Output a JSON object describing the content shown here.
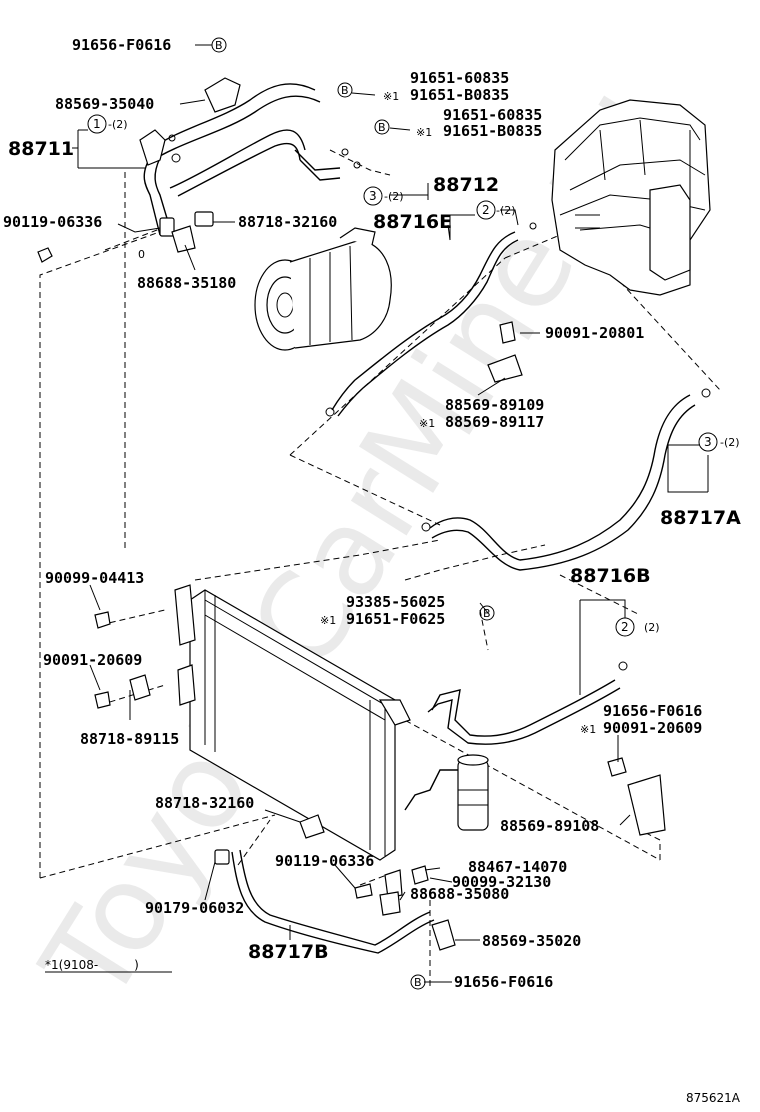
{
  "watermark": "ToyotaCarMine.ru",
  "figure_code": "875621A",
  "footnote": "*1(9108-　　　)",
  "labels": {
    "p_91656_f0616_top": "91656-F0616",
    "p_88569_35040": "88569-35040",
    "p_88711": "88711",
    "p_91651_60835_a": "91651-60835",
    "p_91651_b0835_a": "91651-B0835",
    "p_91651_60835_b": "91651-60835",
    "p_91651_b0835_b": "91651-B0835",
    "p_88712": "88712",
    "p_90119_06336_top": "90119-06336",
    "p_88718_32160_top": "88718-32160",
    "p_88716e": "88716E",
    "p_88688_35180": "88688-35180",
    "p_90091_20801": "90091-20801",
    "p_88569_89109": "88569-89109",
    "p_88569_89117": "88569-89117",
    "p_88717a": "88717A",
    "p_90099_04413": "90099-04413",
    "p_88716b": "88716B",
    "p_93385_56025": "93385-56025",
    "p_91651_f0625": "91651-F0625",
    "p_90091_20609_left": "90091-20609",
    "p_88718_89115": "88718-89115",
    "p_91656_f0616_right": "91656-F0616",
    "p_90091_20609_right": "90091-20609",
    "p_88718_32160_bottom": "88718-32160",
    "p_88569_89108": "88569-89108",
    "p_90119_06336_bottom": "90119-06336",
    "p_88467_14070": "88467-14070",
    "p_90099_32130": "90099-32130",
    "p_88688_35080": "88688-35080",
    "p_90179_06032": "90179-06032",
    "p_88717b": "88717B",
    "p_88569_35020": "88569-35020",
    "p_91656_f0616_bottom": "91656-F0616"
  },
  "markers": {
    "b": "B",
    "star1": "※1",
    "c1": "1",
    "c2": "2",
    "c3": "3",
    "qty2": "-(2)",
    "qty2p": "(2)",
    "zero": "0"
  }
}
